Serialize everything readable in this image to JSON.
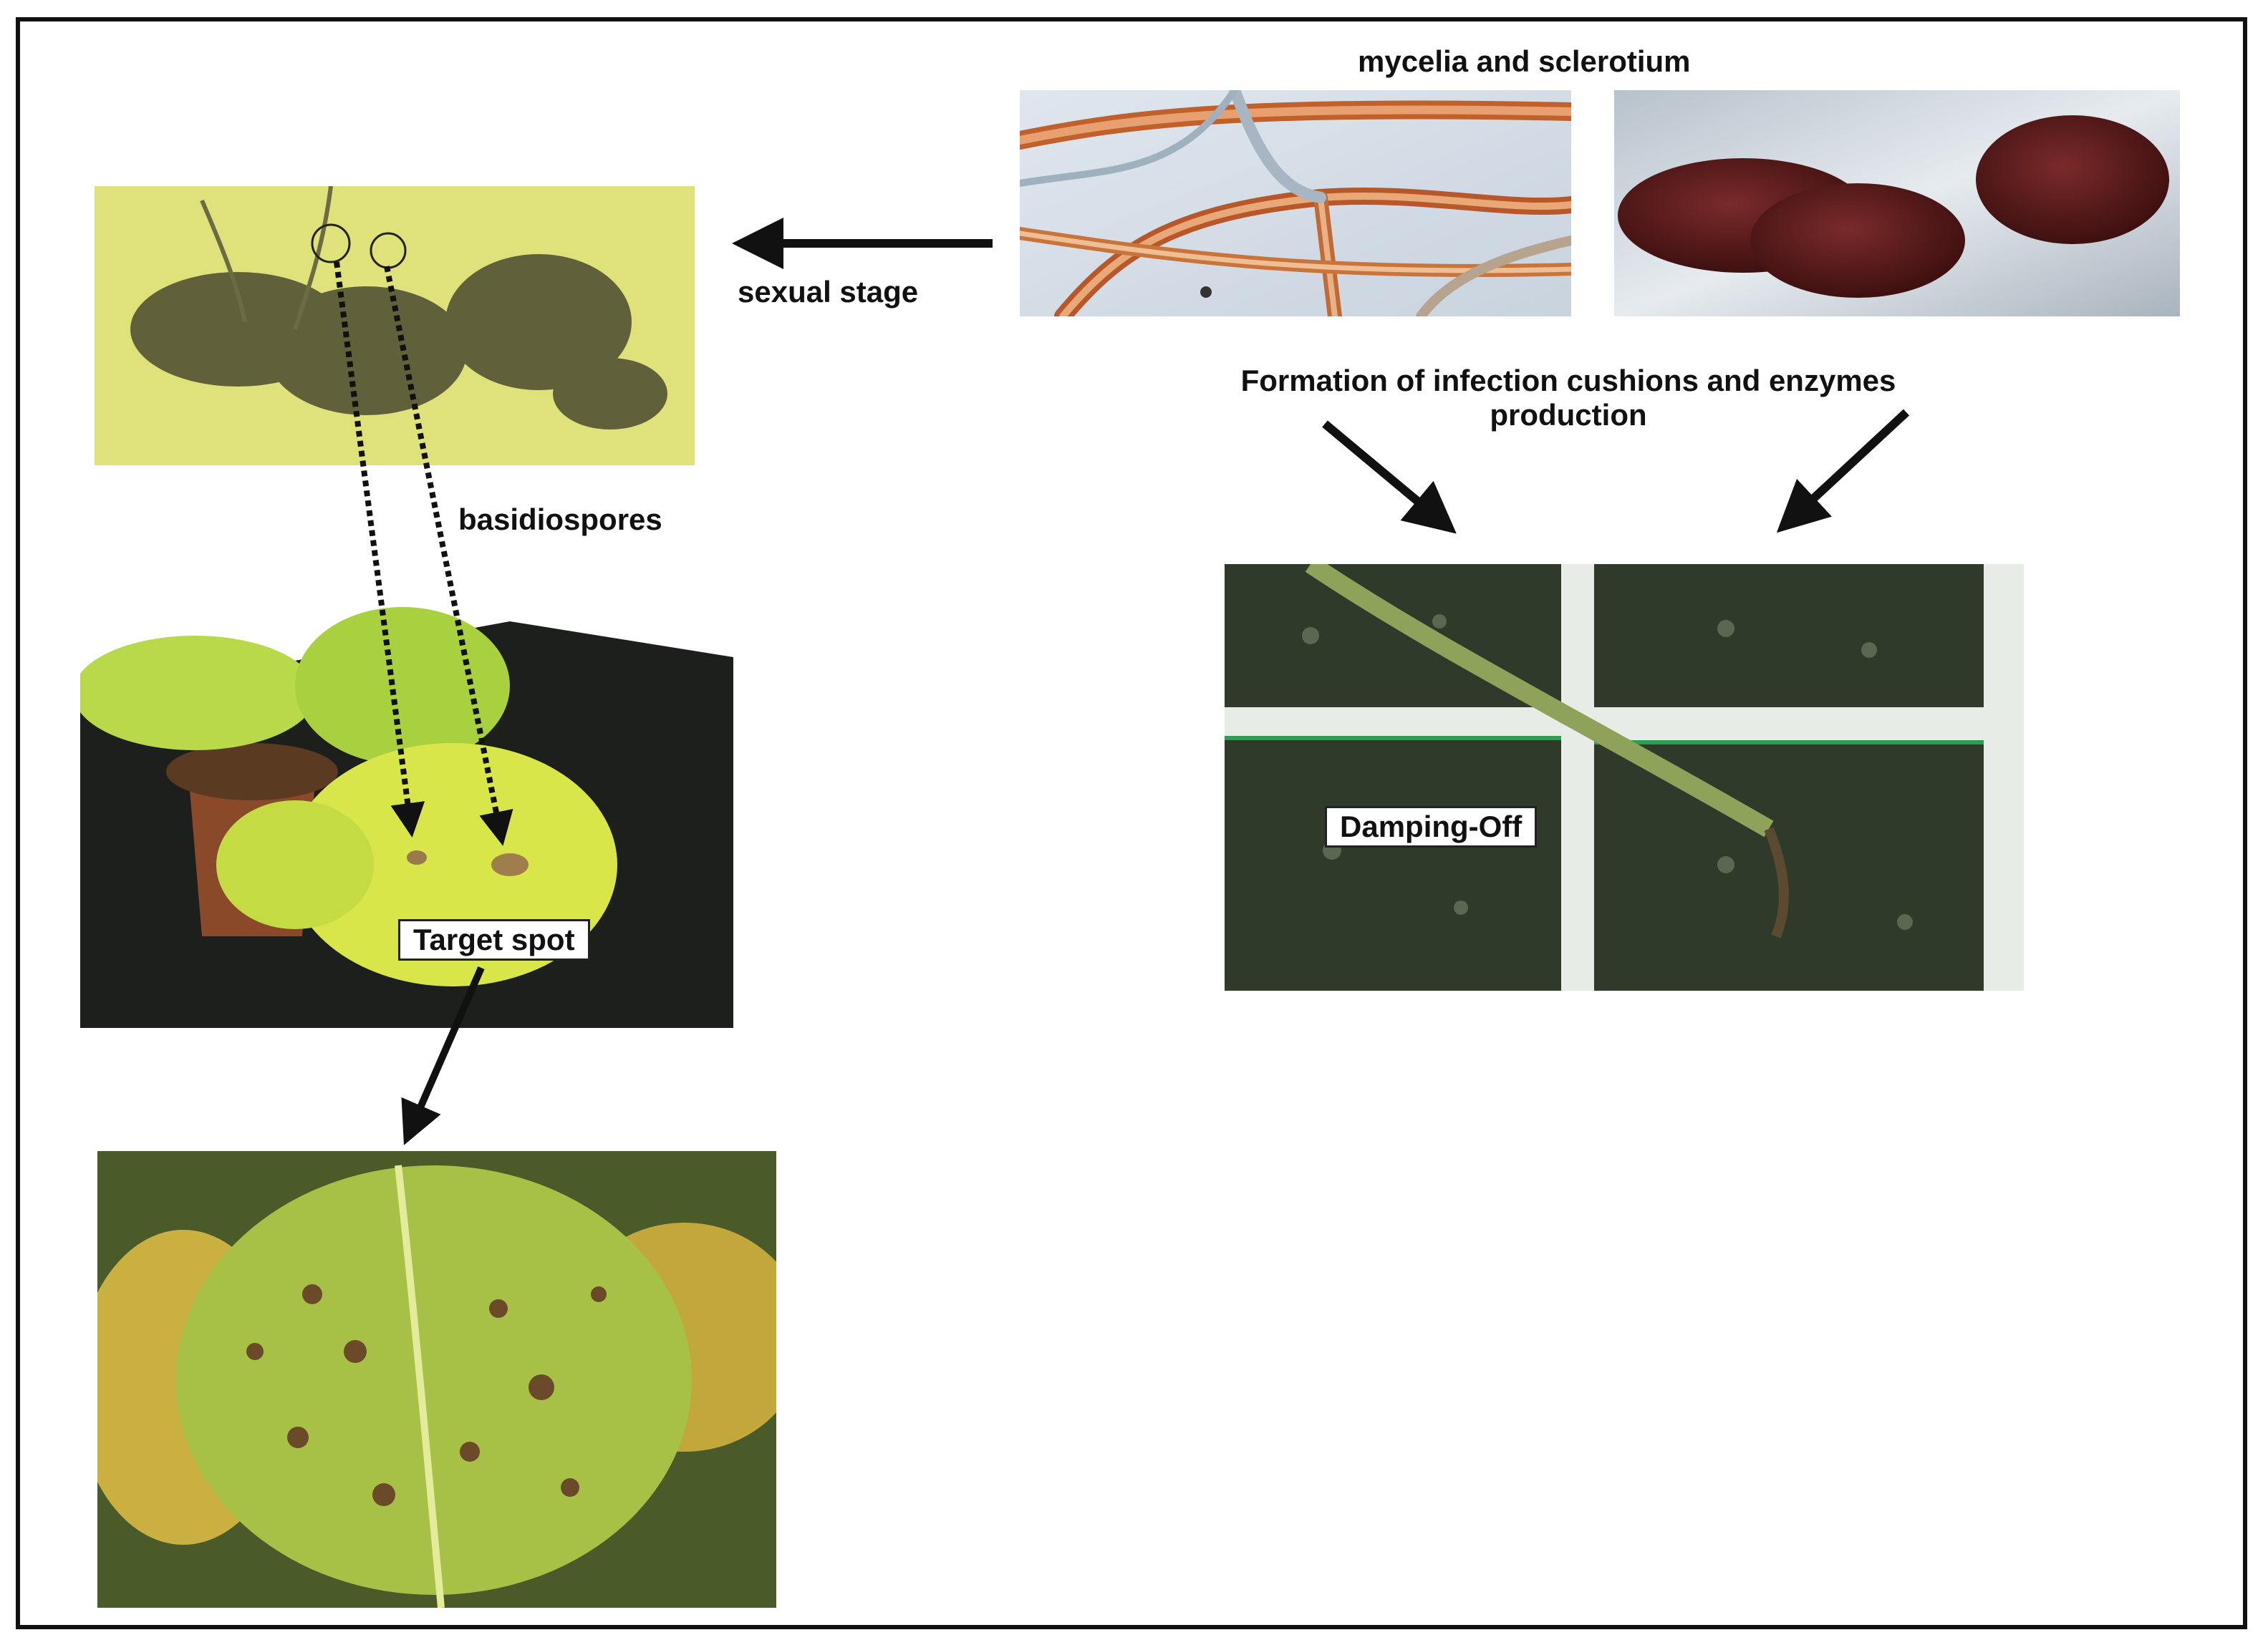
{
  "labels": {
    "mycelia": "mycelia and sclerotium",
    "sexual_stage": "sexual stage",
    "basidiospores": "basidiospores",
    "formation_line1": "Formation of infection cushions and enzymes",
    "formation_line2": "production",
    "target_spot": "Target spot",
    "damping_off": "Damping-Off"
  },
  "colors": {
    "frame": "#111111",
    "arrow": "#111111"
  }
}
